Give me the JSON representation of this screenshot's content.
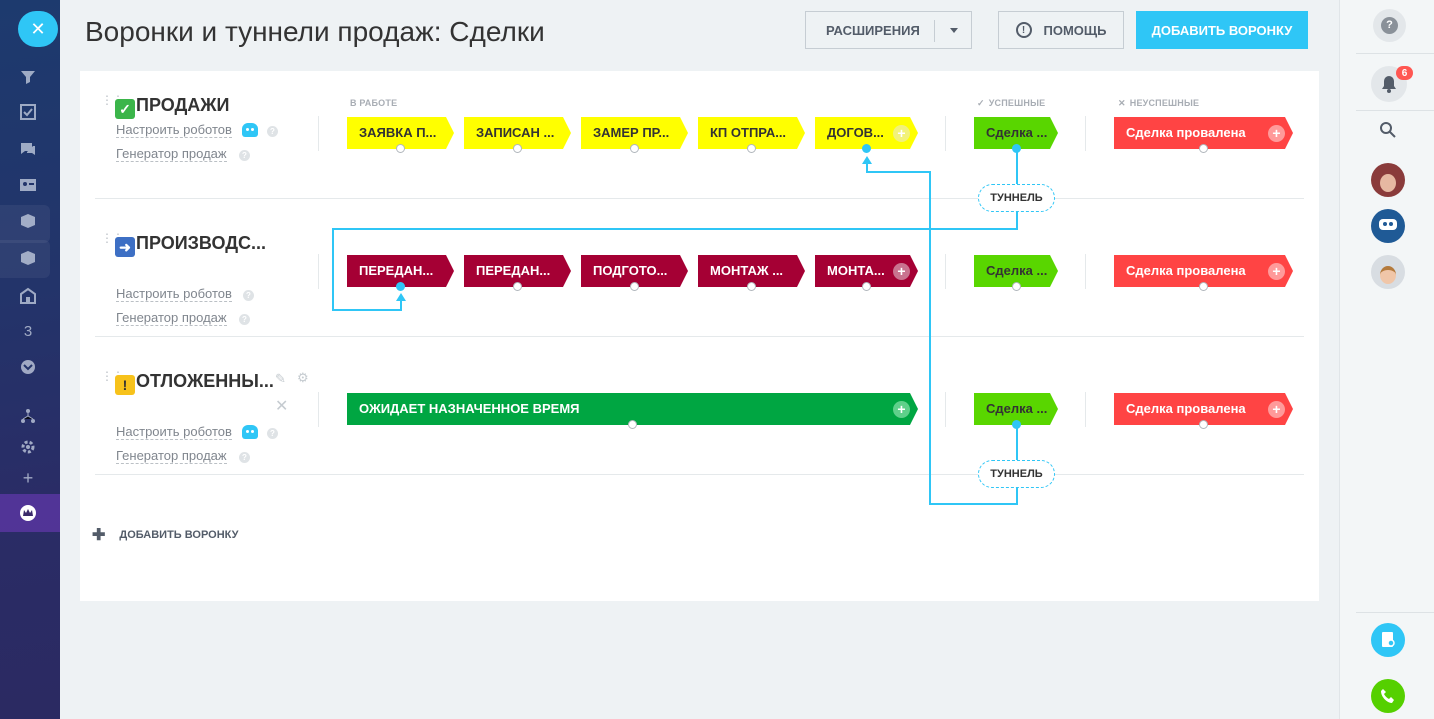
{
  "header": {
    "title": "Воронки и туннели продаж: Сделки",
    "extensions_label": "РАСШИРЕНИЯ",
    "help_label": "ПОМОЩЬ",
    "add_funnel_label": "ДОБАВИТЬ ВОРОНКУ"
  },
  "columns": {
    "in_work": "В РАБОТЕ",
    "success": "УСПЕШНЫЕ",
    "fail": "НЕУСПЕШНЫЕ"
  },
  "funnels": [
    {
      "name": "ПРОДАЖИ",
      "emoji": "✅",
      "robots_link": "Настроить роботов",
      "generator_link": "Генератор продаж",
      "stages": [
        "ЗАЯВКА П...",
        "ЗАПИСАН ...",
        "ЗАМЕР ПР...",
        "КП ОТПРА...",
        "ДОГОВ..."
      ],
      "success_stage": "Сделка ...",
      "fail_stage": "Сделка провалена"
    },
    {
      "name": "ПРОИЗВОДС...",
      "emoji": "➡️",
      "robots_link": "Настроить роботов",
      "generator_link": "Генератор продаж",
      "stages": [
        "ПЕРЕДАН...",
        "ПЕРЕДАН...",
        "ПОДГОТО...",
        "МОНТАЖ ...",
        "МОНТА..."
      ],
      "success_stage": "Сделка ...",
      "fail_stage": "Сделка провалена"
    },
    {
      "name": "ОТЛОЖЕННЫ...",
      "emoji": "⚠️",
      "robots_link": "Настроить роботов",
      "generator_link": "Генератор продаж",
      "stages": [
        "ОЖИДАЕТ НАЗНАЧЕННОЕ ВРЕМЯ"
      ],
      "success_stage": "Сделка ...",
      "fail_stage": "Сделка провалена"
    }
  ],
  "tunnel_label": "ТУННЕЛЬ",
  "add_funnel_bottom": "ДОБАВИТЬ ВОРОНКУ",
  "notifications_count": "6",
  "leftbar_number": "3",
  "colors": {
    "accent": "#2fc6f6",
    "sales_stage": "#ffff00",
    "production_stage": "#a50034",
    "deferred_stage": "#00a642",
    "success_stage": "#59d600",
    "fail_stage": "#ff4444"
  }
}
